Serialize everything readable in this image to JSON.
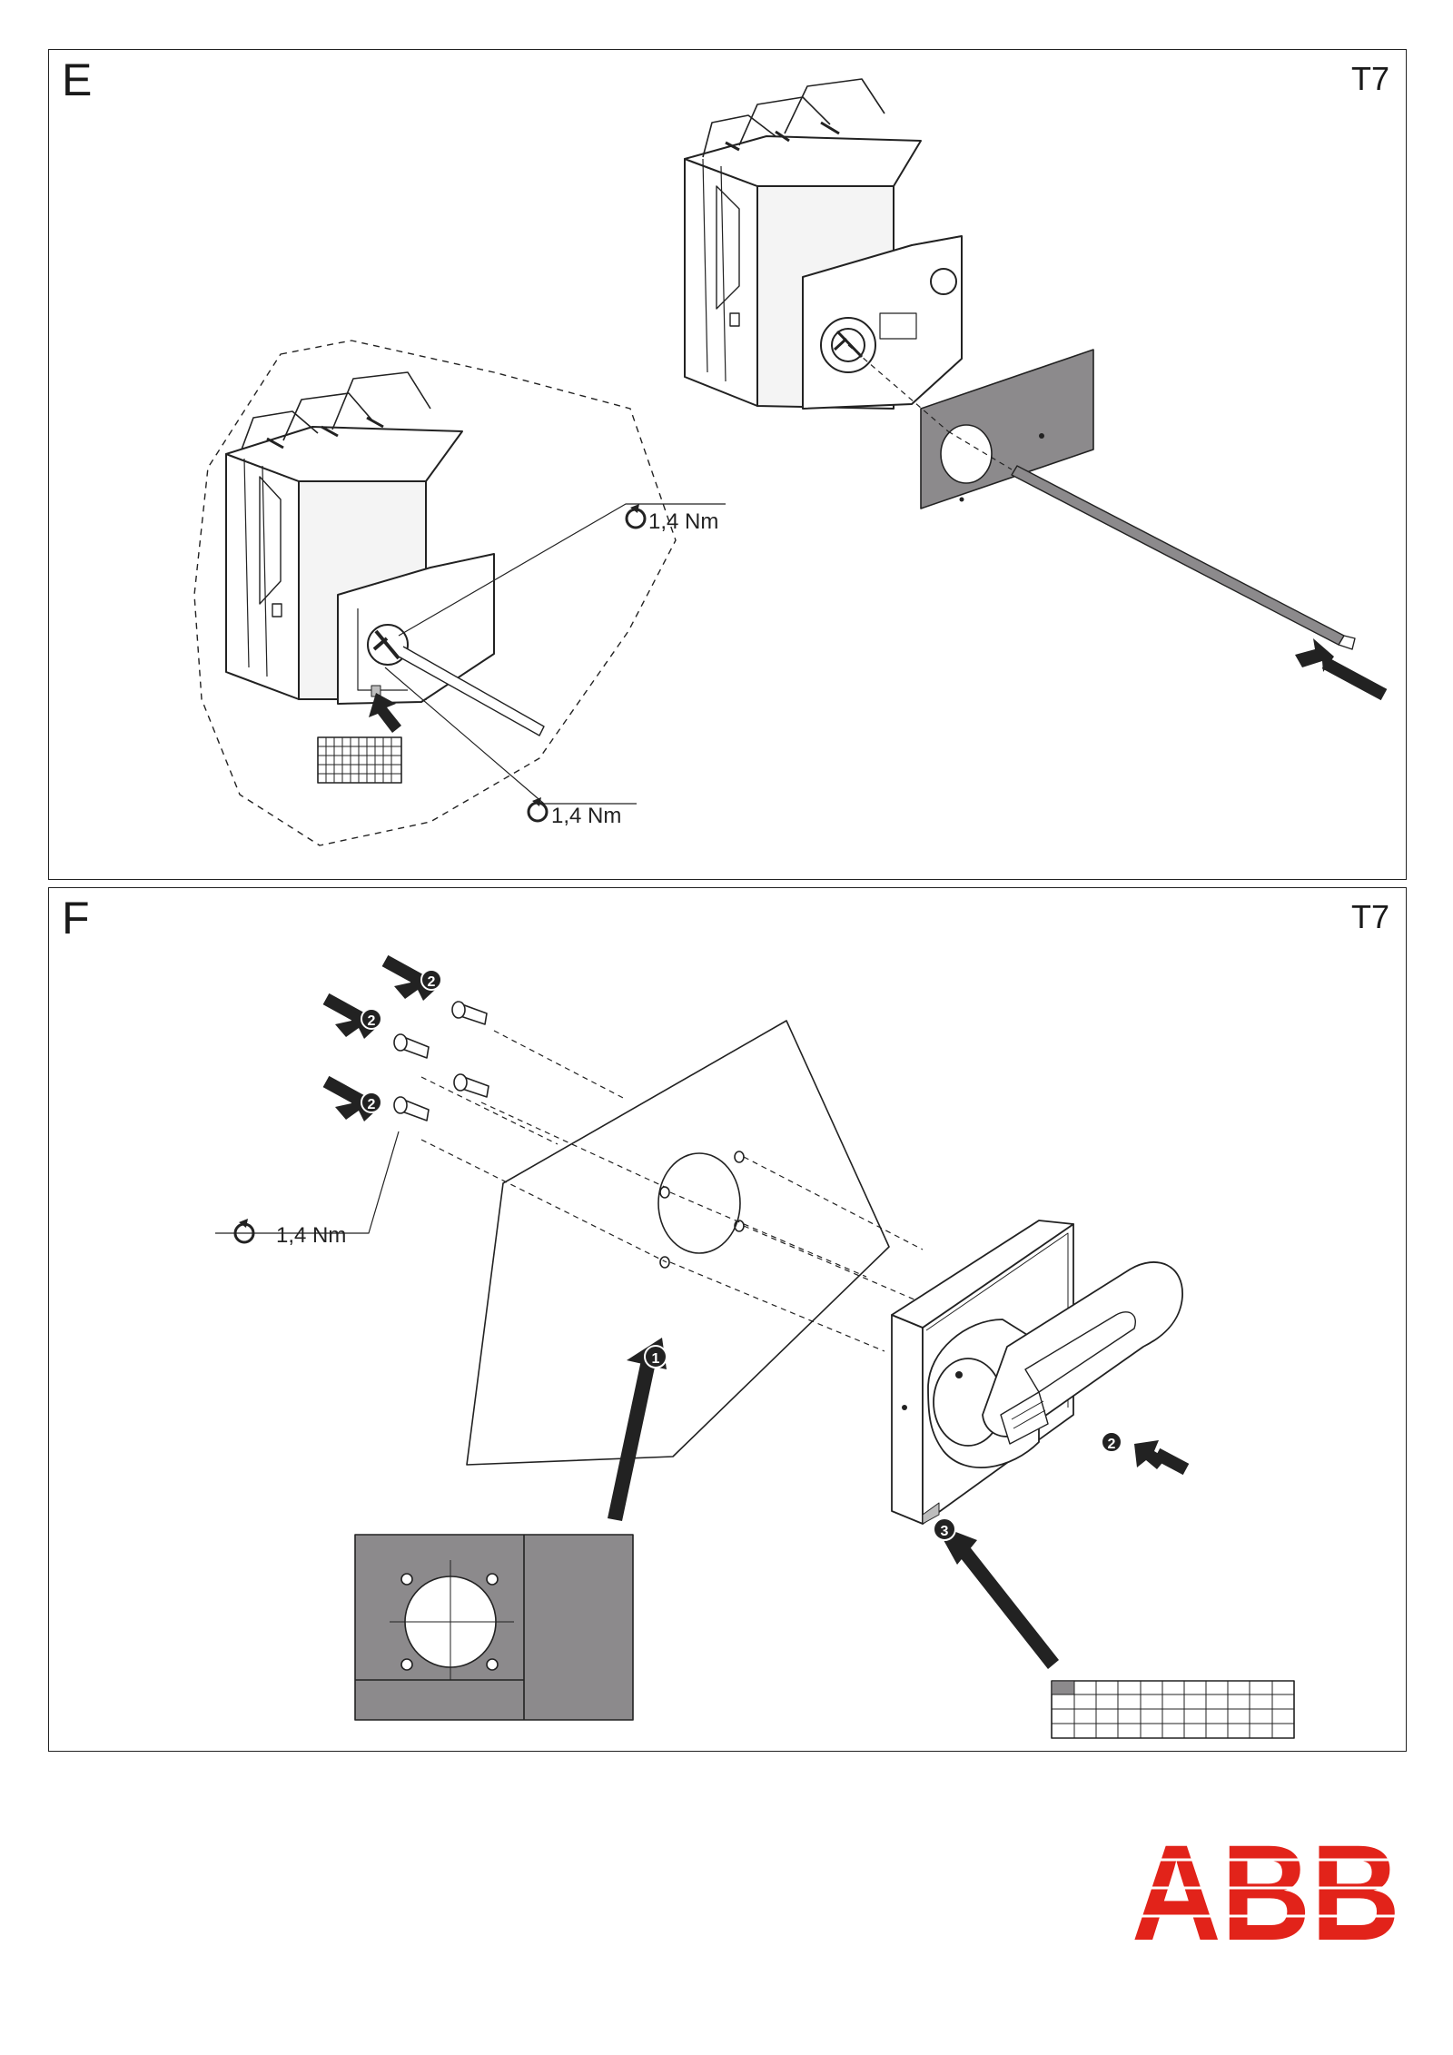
{
  "colors": {
    "stroke": "#222222",
    "panel_gray": "#8c8a8c",
    "label_gray": "#bdbdbd",
    "logo_red": "#e2231a"
  },
  "panels": [
    {
      "letter": "E",
      "model": "T7",
      "torque_labels": [
        "1,4 Nm",
        "1,4 Nm"
      ]
    },
    {
      "letter": "F",
      "model": "T7",
      "torque_labels": [
        "1,4 Nm"
      ],
      "step_markers": [
        "2",
        "2",
        "2",
        "1",
        "2",
        "3"
      ]
    }
  ],
  "icons": [
    "torque-rotation-icon",
    "arrow-icon",
    "step-number-icon"
  ],
  "logo": {
    "text": "ABB"
  }
}
